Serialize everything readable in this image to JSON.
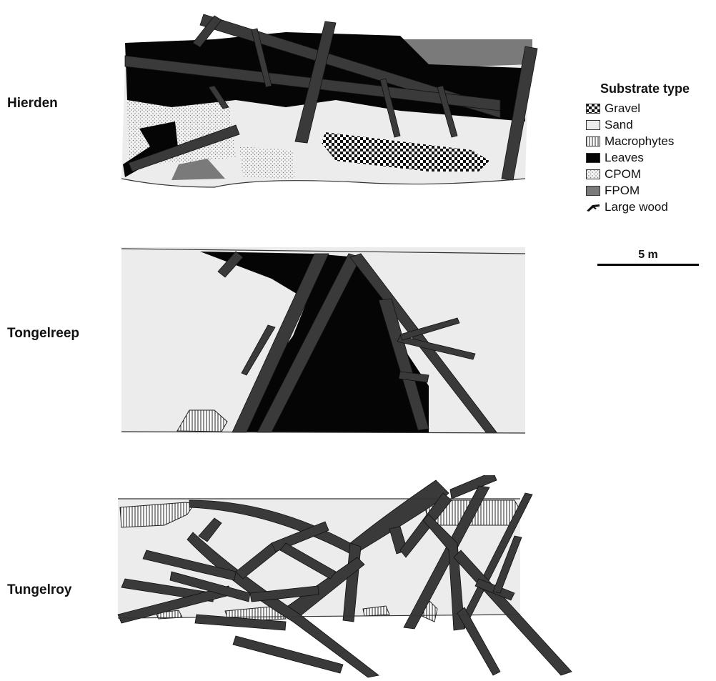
{
  "sites": [
    {
      "name": "Hierden"
    },
    {
      "name": "Tongelreep"
    },
    {
      "name": "Tungelroy"
    }
  ],
  "legend": {
    "title": "Substrate type",
    "items": [
      {
        "label": "Gravel",
        "icon": "gravel-swatch"
      },
      {
        "label": "Sand",
        "icon": "sand-swatch"
      },
      {
        "label": "Macrophytes",
        "icon": "macrophytes-swatch"
      },
      {
        "label": "Leaves",
        "icon": "leaves-swatch"
      },
      {
        "label": "CPOM",
        "icon": "cpom-swatch"
      },
      {
        "label": "FPOM",
        "icon": "fpom-swatch"
      },
      {
        "label": "Large wood",
        "icon": "large-wood-symbol"
      }
    ]
  },
  "scale_bar": {
    "label": "5 m"
  },
  "colors": {
    "sand": "#ececec",
    "leaves": "#050505",
    "fpom": "#7a7a7a",
    "large_wood": "#3a3a3a",
    "outline": "#222222"
  }
}
